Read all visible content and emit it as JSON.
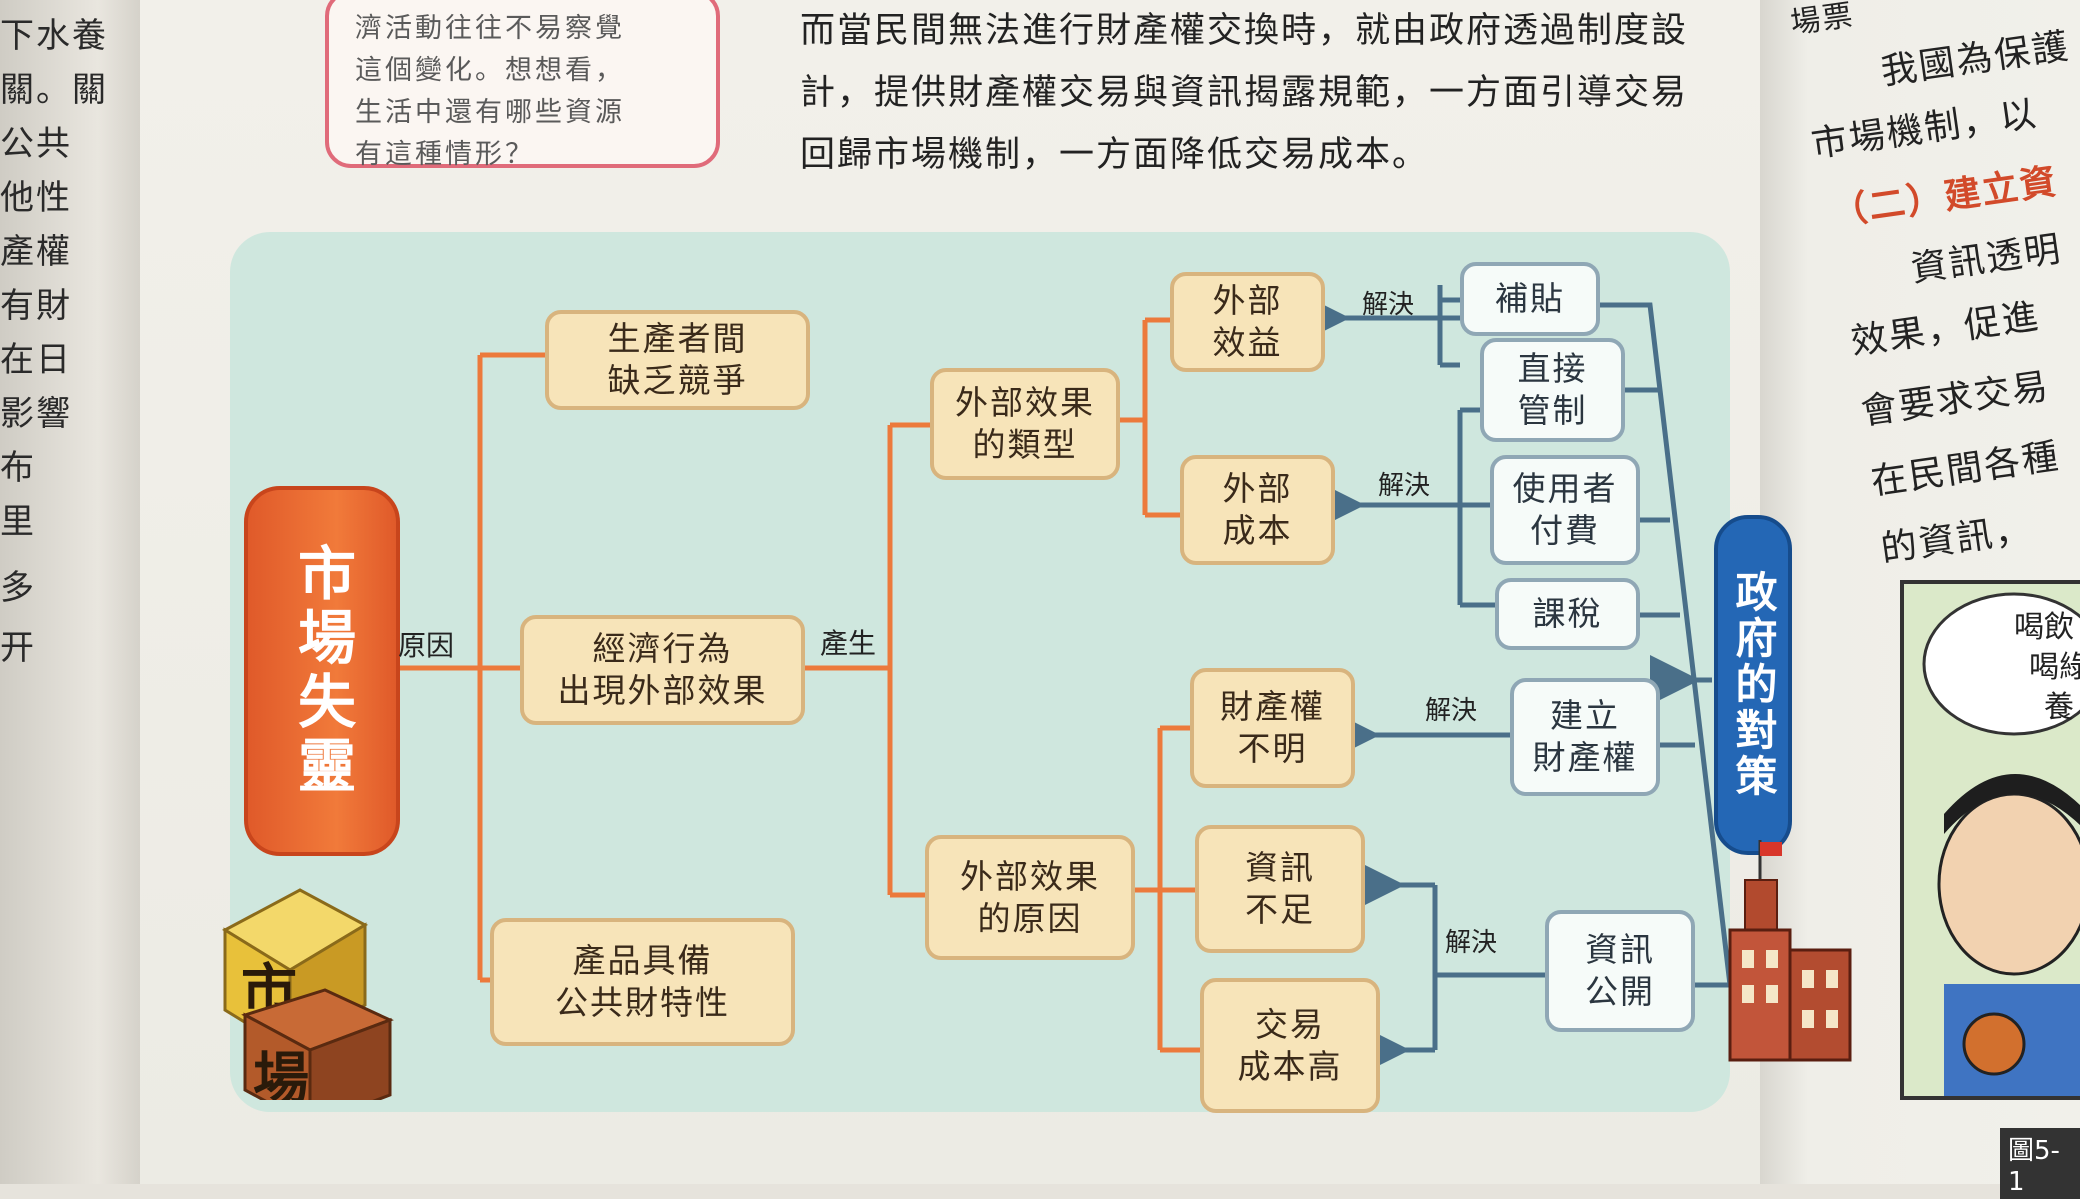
{
  "left_page": {
    "lines": [
      "下水養",
      "關。關",
      "公共",
      "他性",
      "產權",
      "有財",
      "在日",
      "影響",
      "布",
      "里",
      "多",
      "开"
    ]
  },
  "note_box": {
    "lines": [
      "濟活動往往不易察覺",
      "這個變化。想想看，",
      "生活中還有哪些資源",
      "有這種情形？"
    ]
  },
  "top_text": {
    "lines": [
      "而當民間無法進行財產權交換時，就由政府透過制度設",
      "計，提供財產權交易與資訊揭露規範，一方面引導交易",
      "回歸市場機制，一方面降低交易成本。"
    ]
  },
  "diagram": {
    "market_failure": "市場失靈",
    "cube_top": "市",
    "cube_bottom": "場",
    "reason_label": "原因",
    "produce_label": "產生",
    "solve_label": "解決",
    "causes": {
      "c1": [
        "生產者間",
        "缺乏競爭"
      ],
      "c2": [
        "經濟行為",
        "出現外部效果"
      ],
      "c3": [
        "產品具備",
        "公共財特性"
      ]
    },
    "ext_types": [
      "外部效果",
      "的類型"
    ],
    "ext_causes": [
      "外部效果",
      "的原因"
    ],
    "ext_benefit": [
      "外部",
      "效益"
    ],
    "ext_cost": [
      "外部",
      "成本"
    ],
    "prop_unclear": [
      "財產權",
      "不明"
    ],
    "info_lack": [
      "資訊",
      "不足"
    ],
    "trans_high": [
      "交易",
      "成本高"
    ],
    "policies": {
      "subsidy": [
        "補貼"
      ],
      "direct": [
        "直接",
        "管制"
      ],
      "userfee": [
        "使用者",
        "付費"
      ],
      "tax": [
        "課稅"
      ],
      "property": [
        "建立",
        "財產權"
      ],
      "info": [
        "資訊",
        "公開"
      ]
    },
    "gov_policy": "政府的對策"
  },
  "right_page": {
    "lines": [
      "場票",
      "我國為保護",
      "市場機制，以",
      "（二）建立資",
      "資訊透明",
      "效果，促進",
      "會要求交易",
      "在民間各種",
      "的資訊，"
    ],
    "speech": [
      "喝飲",
      "喝綠",
      "養"
    ],
    "fig_label": "圖5-1"
  },
  "colors": {
    "diagram_bg": "#cfe7de",
    "tan_box": "#f7e4b9",
    "orange_line": "#ec7a3c",
    "blue_line": "#4a6f89",
    "market_pill": "#e8622d",
    "gov_pill": "#2467b5"
  }
}
